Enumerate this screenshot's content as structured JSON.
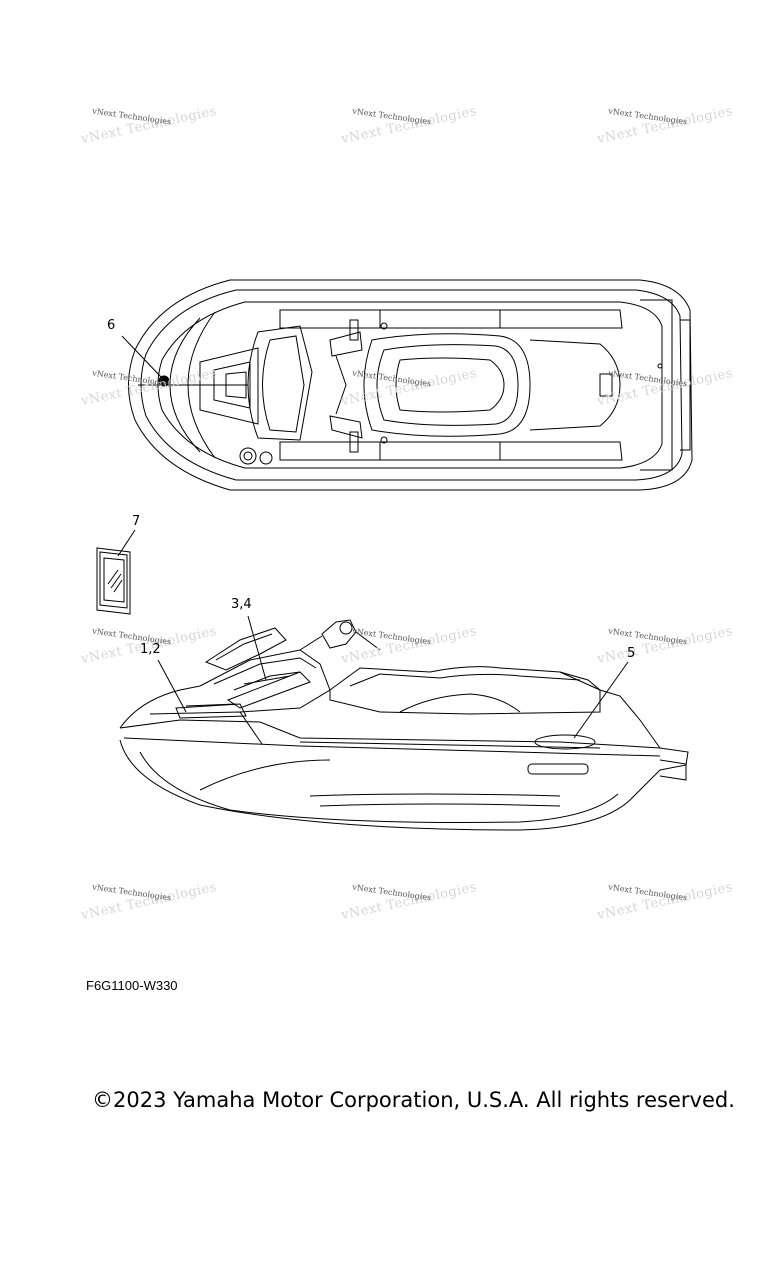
{
  "watermark": {
    "text": "vNext Technologies",
    "ghost": "vNext Technologies"
  },
  "callouts": {
    "c6": "6",
    "c7": "7",
    "c34": "3,4",
    "c12": "1,2",
    "c5": "5"
  },
  "part_code": "F6G1100-W330",
  "copyright": "©2023 Yamaha Motor Corporation, U.S.A. All rights reserved.",
  "colors": {
    "line": "#000000",
    "watermark": "#555555"
  }
}
